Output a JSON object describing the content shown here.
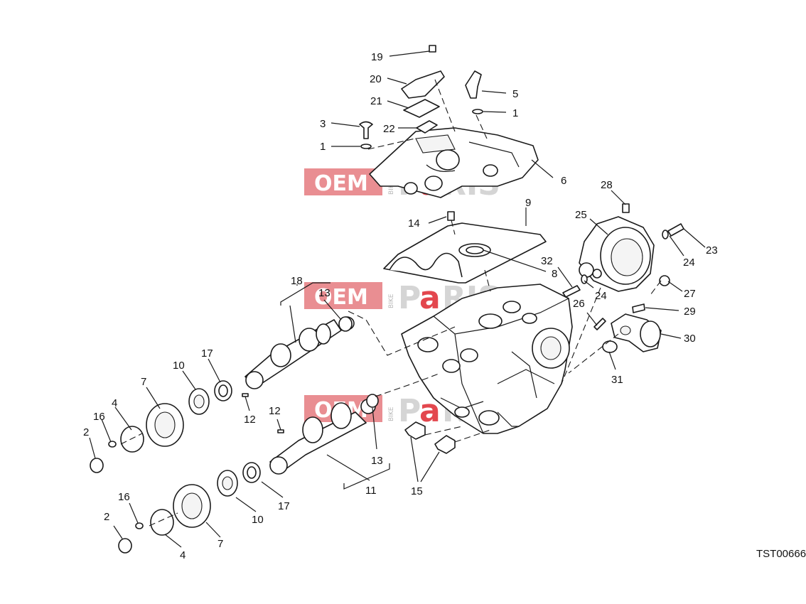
{
  "drawing_code": "TST00666",
  "watermark": {
    "oem": "OEM",
    "bike": "BIKE",
    "parts_p": "P",
    "parts_a": "a",
    "parts_rest": "RIS"
  },
  "callouts": [
    "19",
    "20",
    "21",
    "22",
    "3",
    "1",
    "5",
    "1",
    "6",
    "28",
    "25",
    "9",
    "14",
    "8",
    "23",
    "24",
    "32",
    "24",
    "27",
    "18",
    "13",
    "26",
    "29",
    "30",
    "17",
    "10",
    "7",
    "12",
    "31",
    "16",
    "4",
    "2",
    "12",
    "13",
    "11",
    "15",
    "16",
    "2",
    "10",
    "17",
    "7",
    "4"
  ]
}
